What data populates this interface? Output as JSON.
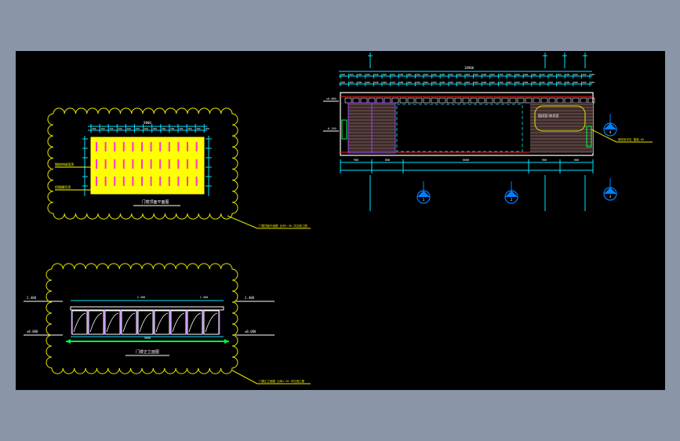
{
  "canvas": {
    "background": "#000000",
    "frame_background": "#8a95a8"
  },
  "colors": {
    "cloud": "#e6e600",
    "dimension": "#00e5ff",
    "wall": "#ffffff",
    "hatch_yellow": "#ffff00",
    "hatch_magenta": "#ff33cc",
    "purple": "#a040ff",
    "red": "#ff2020",
    "green": "#00ff40",
    "axis_marker": "#0080ff"
  },
  "top_plan": {
    "title": "门楼顶面平面图",
    "overall_dimension": "9000",
    "left_labels": [
      "钢结构玻璃顶",
      "铝格栅吊顶"
    ],
    "callout": "门楼顶面平面图 比例1:50 详见施工图"
  },
  "elevation": {
    "title": "门楼正立面图",
    "left_levels": [
      "2.400",
      "±0.000"
    ],
    "right_levels": [
      "2.400",
      "±0.000"
    ],
    "top_labels": [
      "2.400",
      "1.500"
    ],
    "base_dimension": "9000",
    "callout": "门楼正立面图 比例1:50 详见施工图"
  },
  "plan": {
    "overall_dimension": "18900",
    "room_label": "值班室/收发室",
    "callout": "值班室详见 建施-05",
    "axis_markers": [
      "1",
      "2",
      "3",
      "4"
    ],
    "bottom_dimensions": [
      "900",
      "600",
      "6000",
      "900",
      "600"
    ],
    "side_levels": [
      "±0.000",
      "-0.150"
    ]
  }
}
